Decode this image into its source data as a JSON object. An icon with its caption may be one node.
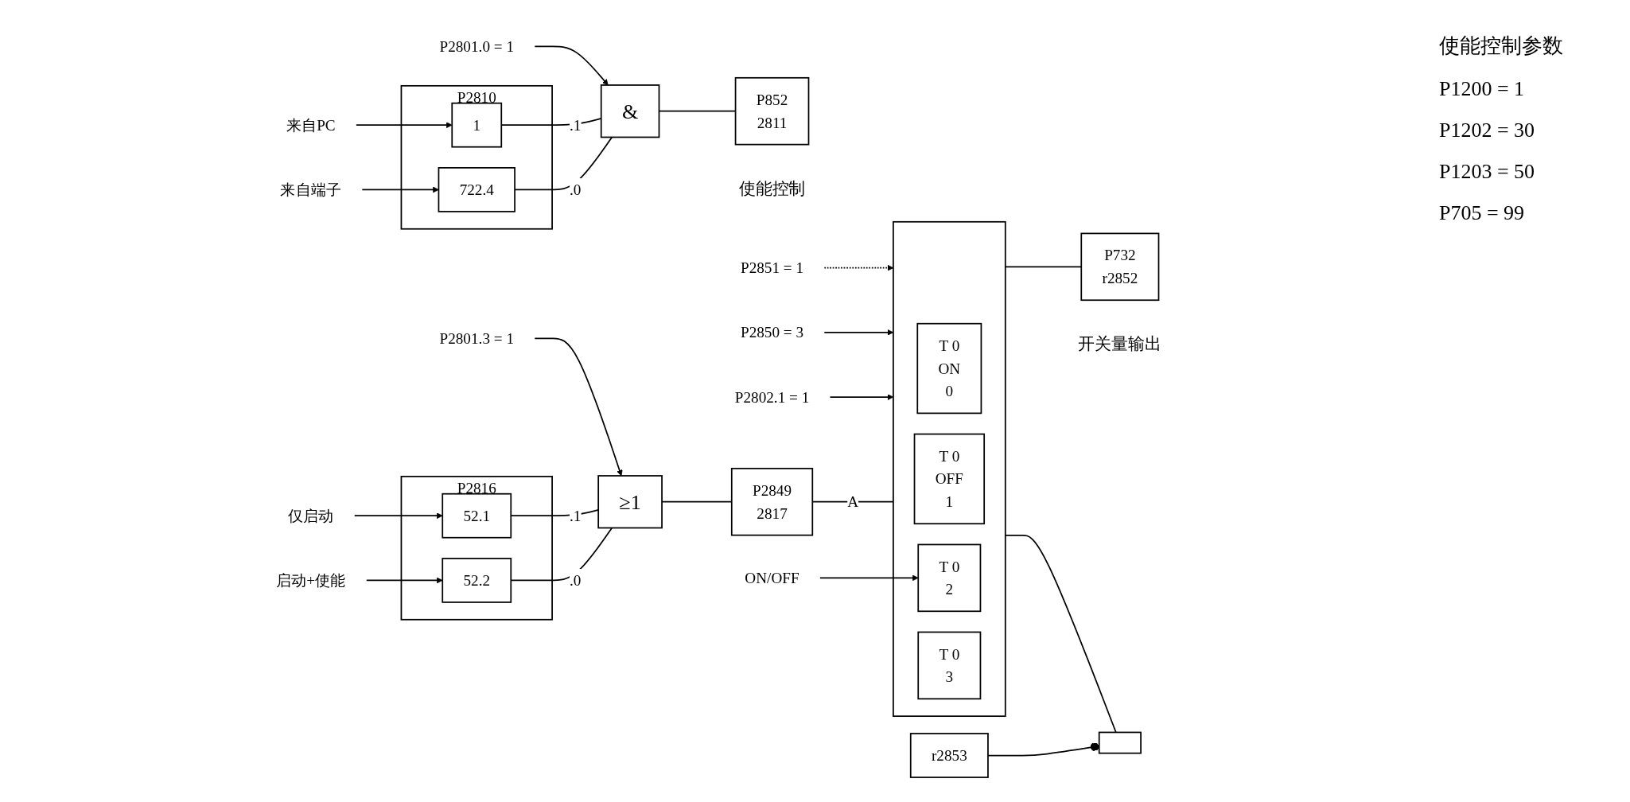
{
  "diagram": {
    "nodes": [
      {
        "text": [
          "启动+使能"
        ]
      },
      {
        "text": [
          "仅启动"
        ]
      },
      {
        "text": [
          "P2816"
        ]
      },
      {
        "text": [
          "52.2"
        ],
        "in": 2
      },
      {
        "text": [
          "52.1"
        ],
        "in": 2
      },
      {
        "text": [
          "≥1"
        ]
      },
      {
        "text": [
          "P2801.3 = 1"
        ]
      },
      {
        "text": [
          "P2849",
          "2817"
        ]
      },
      {
        "text": [],
        "shape": "box"
      },
      {
        "text": [
          "T 0",
          "ON",
          "0"
        ],
        "in": 8
      },
      {
        "text": [
          "T 0",
          "OFF",
          "1"
        ],
        "in": 8
      },
      {
        "text": [
          "T 0",
          "2"
        ],
        "in": 8
      },
      {
        "text": [
          "T 0",
          "3"
        ],
        "in": 8
      },
      {
        "text": [
          "P2802.1 = 1"
        ]
      },
      {
        "text": [
          "P2850 = 3"
        ]
      },
      {
        "text": [
          "P2851 = 1"
        ]
      },
      {
        "text": [
          "ON/OFF"
        ]
      },
      {
        "text": [
          "P732",
          "r2852"
        ],
        "beside": [
          "开关量输出"
        ]
      },
      {
        "text": [],
        "shape": "box"
      },
      {
        "text": [
          "r2853"
        ]
      },
      {
        "text": [
          "来自端子"
        ]
      },
      {
        "text": [
          "来自PC"
        ]
      },
      {
        "text": [
          "P2810"
        ]
      },
      {
        "text": [
          "722.4"
        ],
        "in": 22
      },
      {
        "text": [
          "1"
        ],
        "in": 22
      },
      {
        "text": [
          "&"
        ]
      },
      {
        "text": [
          "P2801.0 = 1"
        ]
      },
      {
        "text": [
          "P852",
          "2811"
        ],
        "beside": [
          "使能控制"
        ]
      }
    ],
    "edges": [
      {
        "from": 0,
        "to": 3,
        "arrow": "to"
      },
      {
        "from": 1,
        "to": 4,
        "arrow": "to"
      },
      {
        "from": 3,
        "to": 5,
        "arrow": "none",
        "label": ".0"
      },
      {
        "from": 4,
        "to": 5,
        "arrow": "none",
        "label": ".1"
      },
      {
        "from": 6,
        "to": 5,
        "arrow": "to"
      },
      {
        "from": 5,
        "to": 7,
        "arrow": "none"
      },
      {
        "from": 7,
        "to": 8,
        "arrow": "none",
        "label": "A"
      },
      {
        "from": 13,
        "to": 8,
        "arrow": "to"
      },
      {
        "from": 14,
        "to": 8,
        "arrow": "to"
      },
      {
        "from": 15,
        "to": 8,
        "arrow": "to",
        "style": "dashed"
      },
      {
        "from": 16,
        "to": 11,
        "arrow": "to"
      },
      {
        "from": 8,
        "to": 17,
        "arrow": "none"
      },
      {
        "from": 8,
        "to": 18,
        "arrow": "none"
      },
      {
        "from": 19,
        "to": 18,
        "arrow": "other"
      },
      {
        "from": 20,
        "to": 23,
        "arrow": "to"
      },
      {
        "from": 21,
        "to": 24,
        "arrow": "to"
      },
      {
        "from": 23,
        "to": 25,
        "arrow": "none",
        "label": ".0"
      },
      {
        "from": 24,
        "to": 25,
        "arrow": "none",
        "label": ".1"
      },
      {
        "from": 26,
        "to": 25,
        "arrow": "to"
      },
      {
        "from": 25,
        "to": 27,
        "arrow": "none"
      }
    ],
    "labels": [
      "使能控制参数",
      "P1200 = 1",
      "P1202 = 30",
      "P1203 = 50",
      "P705 = 99"
    ]
  }
}
